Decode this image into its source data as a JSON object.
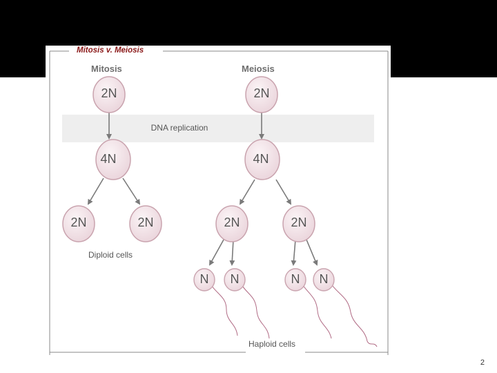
{
  "slide": {
    "page_number": "2"
  },
  "figure": {
    "title": "Mitosis v. Meiosis",
    "mitosis": {
      "heading": "Mitosis",
      "parent": "2N",
      "replicated": "4N",
      "daughters": [
        "2N",
        "2N"
      ],
      "caption": "Diploid cells"
    },
    "meiosis": {
      "heading": "Meiosis",
      "parent": "2N",
      "replicated": "4N",
      "daughters": [
        "2N",
        "2N"
      ],
      "gametes": [
        "N",
        "N",
        "N",
        "N"
      ],
      "caption": "Haploid cells"
    },
    "band_label": "DNA replication"
  },
  "colors": {
    "title_red": "#8b1a1a",
    "cell_fill": "#f3e6ea",
    "cell_stroke": "#c9a3ae",
    "arrow": "#7a7a7a",
    "band": "#eeeeee",
    "sperm_tail": "#b06a84"
  }
}
